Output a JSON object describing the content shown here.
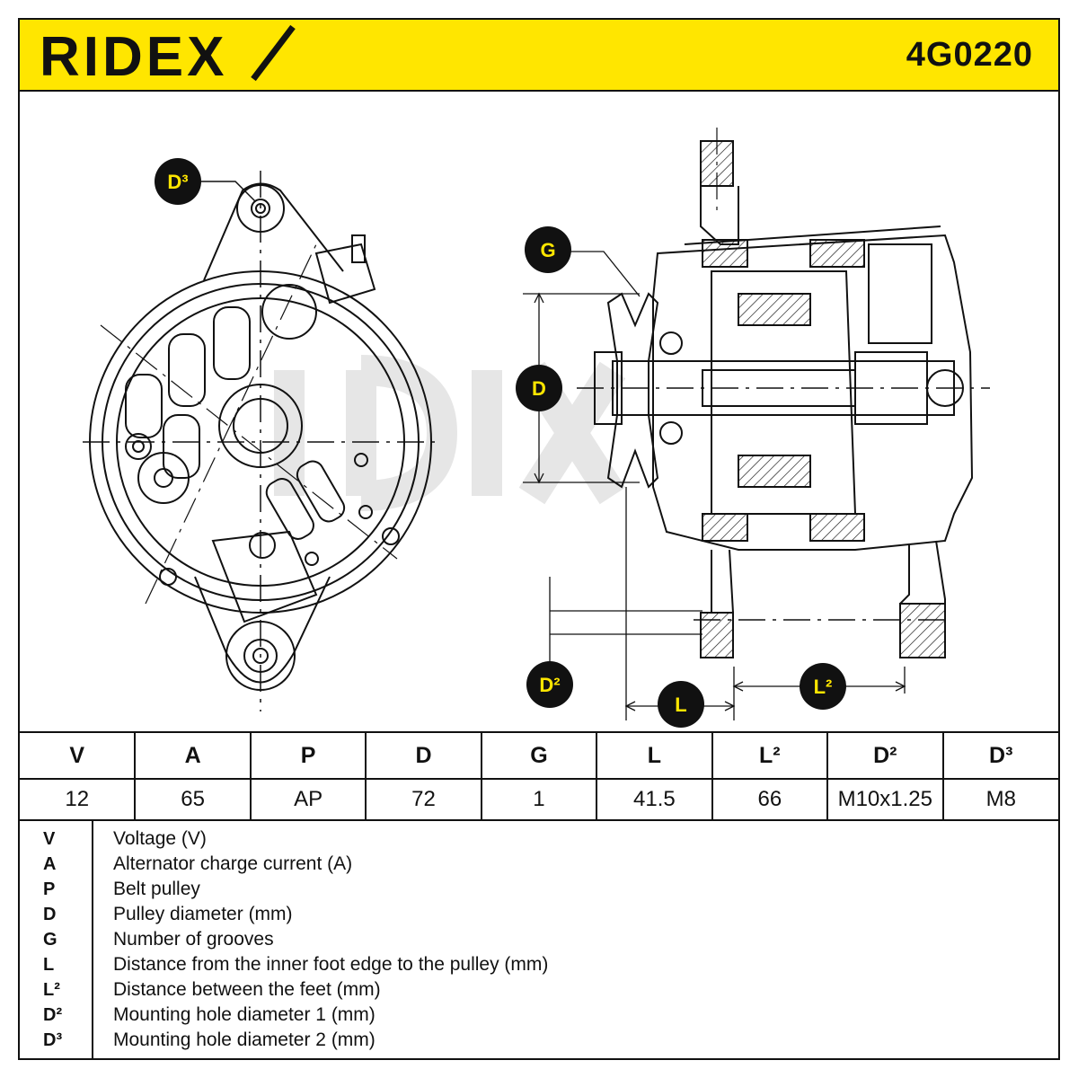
{
  "header": {
    "brand": "RIDEX",
    "part_number": "4G0220"
  },
  "callouts": {
    "d3": "D³",
    "g": "G",
    "d": "D",
    "d2": "D²",
    "l": "L",
    "l2": "L²"
  },
  "colors": {
    "header_bg": "#ffe600",
    "callout_bg": "#111111",
    "callout_text": "#ffe600",
    "watermark": "#e6e6e6"
  },
  "specs": {
    "headers": [
      "V",
      "A",
      "P",
      "D",
      "G",
      "L",
      "L²",
      "D²",
      "D³"
    ],
    "values": [
      "12",
      "65",
      "AP",
      "72",
      "1",
      "41.5",
      "66",
      "M10x1.25",
      "M8"
    ]
  },
  "legend": [
    {
      "code": "V",
      "text": "Voltage (V)"
    },
    {
      "code": "A",
      "text": "Alternator charge current (A)"
    },
    {
      "code": "P",
      "text": "Belt pulley"
    },
    {
      "code": "D",
      "text": "Pulley diameter (mm)"
    },
    {
      "code": "G",
      "text": "Number of grooves"
    },
    {
      "code": "L",
      "text": "Distance from the inner foot edge to the pulley (mm)"
    },
    {
      "code": "L²",
      "text": "Distance between the feet (mm)"
    },
    {
      "code": "D²",
      "text": "Mounting hole diameter 1 (mm)"
    },
    {
      "code": "D³",
      "text": "Mounting hole diameter 2 (mm)"
    }
  ]
}
